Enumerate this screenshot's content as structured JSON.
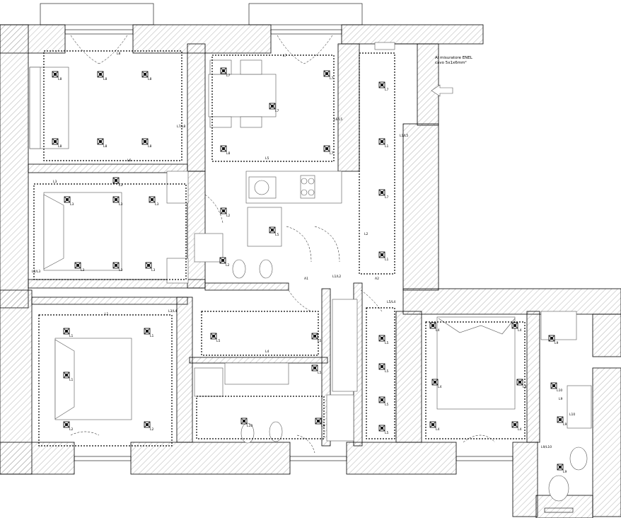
{
  "meter_note": {
    "line1": "Al misuratore ENEL",
    "line2": "cavo 5x1x6mm²"
  },
  "fixture_labels": [
    "L8",
    "L8",
    "L8",
    "L8",
    "L8",
    "L8",
    "L8",
    "L7",
    "L7",
    "L7",
    "L7",
    "L7",
    "L7",
    "L1",
    "L1",
    "L1",
    "L1",
    "L1",
    "L3",
    "L3",
    "L3",
    "L3",
    "L3",
    "L3",
    "L3",
    "L2",
    "L2",
    "L2",
    "L2",
    "L5",
    "L5",
    "L5",
    "L5",
    "L5",
    "L5",
    "L5",
    "L5",
    "L4",
    "L4",
    "L4",
    "L4",
    "L4",
    "L4",
    "L9",
    "L9",
    "L9",
    "L9",
    "L10",
    "L10"
  ],
  "circuit_labels": [
    "L8",
    "L7",
    "L2",
    "L3",
    "L5",
    "L4",
    "L6",
    "L1",
    "L9",
    "L10",
    "A1",
    "A2"
  ],
  "switch_labels": [
    "L7/L8",
    "L6/L5",
    "L1/L5",
    "L2/L3",
    "L5/L4",
    "L1/L2",
    "L3/L4",
    "L9/L10"
  ]
}
